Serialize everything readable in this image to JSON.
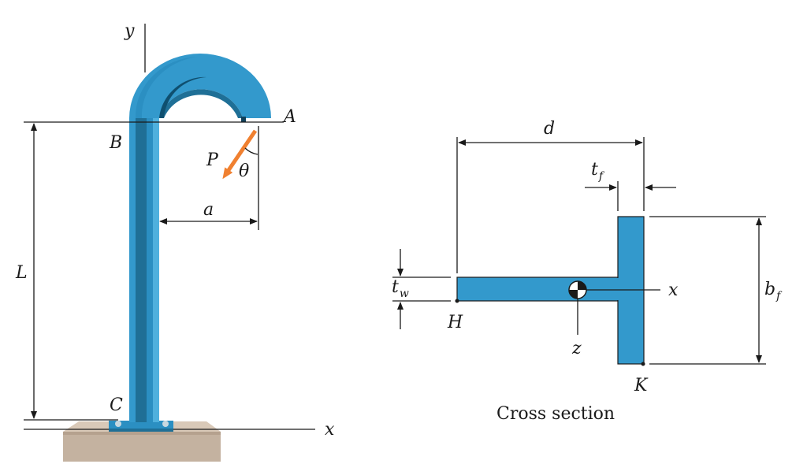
{
  "left_figure": {
    "axis_y": "y",
    "axis_x": "x",
    "point_A": "A",
    "point_B": "B",
    "point_C": "C",
    "load": "P",
    "angle": "θ",
    "offset": "a",
    "length": "L"
  },
  "cross_section": {
    "caption": "Cross section",
    "d": "d",
    "t_f_main": "t",
    "t_f_sub": "f",
    "t_w_main": "t",
    "t_w_sub": "w",
    "b_f_main": "b",
    "b_f_sub": "f",
    "axis_x": "x",
    "axis_z": "z",
    "point_H": "H",
    "point_K": "K"
  },
  "colors": {
    "member_blue": "#3399cc",
    "member_dark": "#1f6f96",
    "load_arrow": "#f08030",
    "base": "#c9b7a6"
  }
}
